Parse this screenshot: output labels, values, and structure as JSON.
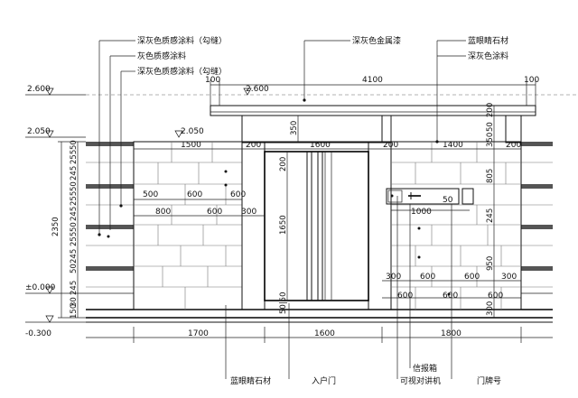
{
  "labels_top": {
    "l1": "深灰色质感涂料（勾缝）",
    "l2": "灰色质感涂料",
    "l3": "深灰色质感涂料（勾缝）",
    "metal": "深灰色金属漆",
    "stone": "蓝眼睛石材",
    "paint": "深灰色涂料"
  },
  "labels_bottom": {
    "stone": "蓝眼睛石材",
    "door": "入户门",
    "mailbox": "信报箱",
    "intercom": "可视对讲机",
    "plate": "门牌号"
  },
  "levels": {
    "l2600a": "2.600",
    "l2600b": "2.600",
    "l2050a": "2.050",
    "l2050b": "2.050",
    "l0": "±0.000",
    "lm300": "-0.300"
  },
  "top_dims": {
    "d100a": "100",
    "d4100": "4100",
    "d100b": "100",
    "d1500": "1500",
    "d200a": "200",
    "d1600": "1600",
    "d200b": "200",
    "d1400": "1400",
    "d200c": "200"
  },
  "bottom_dims": {
    "d1700": "1700",
    "d1600": "1600",
    "d1800": "1800"
  },
  "left_wall_dims": {
    "d500": "500",
    "d600a": "600",
    "d600b": "600",
    "d800": "800",
    "d600c": "600",
    "d300": "300"
  },
  "right_wall_dims": {
    "d1000": "1000",
    "d300a": "300",
    "d600a": "600",
    "d600b": "600",
    "d300b": "300",
    "d600c": "600",
    "d600d": "600",
    "d600e": "600"
  },
  "vertical_dims": {
    "left_outer": "2350",
    "left_segments": [
      "50",
      "255",
      "245",
      "50",
      "255",
      "245",
      "50",
      "255",
      "245",
      "50",
      "245",
      "30",
      "150"
    ],
    "d350": "350",
    "d200door": "200",
    "d1650": "1650",
    "d5050": "50|50",
    "d200r": "200",
    "d50r": "50",
    "d350r": "350",
    "d805": "805",
    "d245": "245",
    "d950": "950",
    "d300r": "300",
    "d50box": "50"
  }
}
